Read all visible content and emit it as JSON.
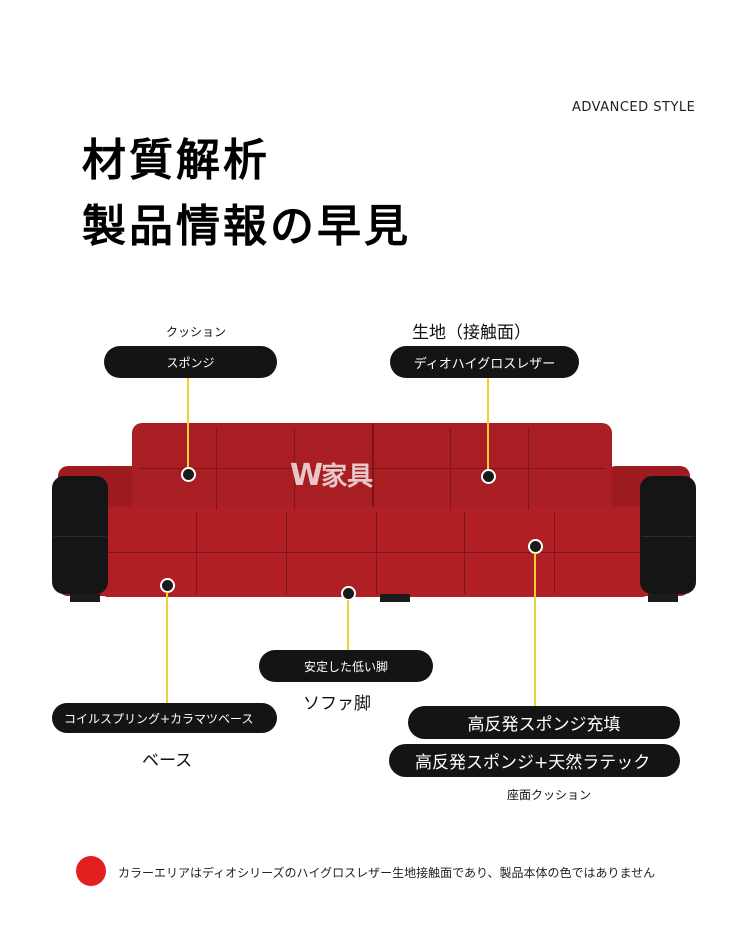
{
  "header": {
    "tagline": "ADVANCED STYLE",
    "title_line1": "材質解析",
    "title_line2": "製品情報の早見"
  },
  "watermark": {
    "text": "家具"
  },
  "callouts": {
    "cushion": {
      "caption": "クッション",
      "pill": "スポンジ"
    },
    "fabric": {
      "caption": "生地（接触面）",
      "pill": "ディオハイグロスレザー"
    },
    "legs": {
      "pill": "安定した低い脚",
      "caption": "ソファ脚"
    },
    "base": {
      "pill": "コイルスプリング+カラマツベース",
      "caption": "ベース"
    },
    "seat": {
      "pill1": "高反発スポンジ充填",
      "pill2": "高反発スポンジ+天然ラテック",
      "caption": "座面クッション"
    }
  },
  "notice": {
    "text": "カラーエリアはディオシリーズのハイグロスレザー生地接触面であり、製品本体の色ではありません",
    "color": "#e21f1f"
  },
  "colors": {
    "leather_red": "#b01f24",
    "leather_black": "#151515",
    "pointer_line": "#f2d232"
  }
}
